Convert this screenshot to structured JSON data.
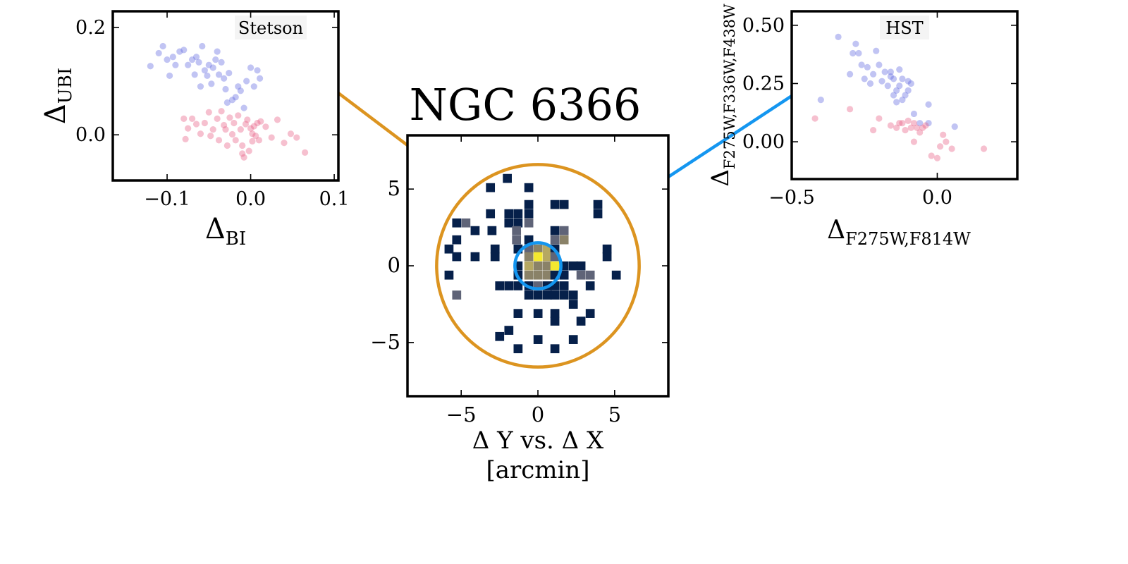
{
  "title": "NGC 6366",
  "colors": {
    "blue_pop": "#5b63e0",
    "red_pop": "#e85a80",
    "orange_circle": "#dc9420",
    "blue_circle": "#1496f0",
    "density_cmap": [
      "#ffffff",
      "#06204a",
      "#5f6478",
      "#8a8268",
      "#b6a862",
      "#f4e830"
    ]
  },
  "chart_data": [
    {
      "type": "scatter",
      "name": "stetson",
      "annotation": "Stetson",
      "xlabel_main": "Δ",
      "xlabel_sub": "BI",
      "ylabel_main": "Δ",
      "ylabel_sub": "UBI",
      "xlim": [
        -0.165,
        0.105
      ],
      "ylim": [
        -0.085,
        0.23
      ],
      "xticks": [
        -0.1,
        0.0,
        0.1
      ],
      "xticklabels": [
        "−0.1",
        "0.0",
        "0.1"
      ],
      "yticks": [
        0.0,
        0.2
      ],
      "yticklabels": [
        "0.0",
        "0.2"
      ],
      "series": [
        {
          "color_key": "blue_pop",
          "points": [
            [
              -0.12,
              0.128
            ],
            [
              -0.11,
              0.152
            ],
            [
              -0.105,
              0.165
            ],
            [
              -0.1,
              0.14
            ],
            [
              -0.097,
              0.11
            ],
            [
              -0.093,
              0.145
            ],
            [
              -0.09,
              0.13
            ],
            [
              -0.085,
              0.155
            ],
            [
              -0.08,
              0.158
            ],
            [
              -0.075,
              0.13
            ],
            [
              -0.07,
              0.14
            ],
            [
              -0.067,
              0.112
            ],
            [
              -0.062,
              0.135
            ],
            [
              -0.058,
              0.165
            ],
            [
              -0.055,
              0.12
            ],
            [
              -0.05,
              0.13
            ],
            [
              -0.047,
              0.095
            ],
            [
              -0.045,
              0.125
            ],
            [
              -0.042,
              0.14
            ],
            [
              -0.038,
              0.112
            ],
            [
              -0.035,
              0.135
            ],
            [
              -0.032,
              0.105
            ],
            [
              -0.03,
              0.085
            ],
            [
              -0.026,
              0.115
            ],
            [
              -0.022,
              0.065
            ],
            [
              -0.018,
              0.07
            ],
            [
              -0.015,
              0.09
            ],
            [
              -0.012,
              0.082
            ],
            [
              -0.008,
              0.05
            ],
            [
              -0.005,
              0.1
            ],
            [
              0.0,
              0.125
            ],
            [
              0.004,
              0.09
            ],
            [
              0.008,
              0.12
            ],
            [
              0.011,
              0.105
            ],
            [
              -0.06,
              0.09
            ],
            [
              -0.052,
              0.11
            ],
            [
              -0.04,
              0.155
            ],
            [
              -0.028,
              0.06
            ],
            [
              -0.065,
              0.145
            ]
          ]
        },
        {
          "color_key": "red_pop",
          "points": [
            [
              -0.08,
              0.03
            ],
            [
              -0.078,
              -0.008
            ],
            [
              -0.075,
              0.012
            ],
            [
              -0.07,
              0.03
            ],
            [
              -0.065,
              0.02
            ],
            [
              -0.06,
              0.002
            ],
            [
              -0.055,
              0.022
            ],
            [
              -0.05,
              0.042
            ],
            [
              -0.048,
              -0.002
            ],
            [
              -0.045,
              0.01
            ],
            [
              -0.04,
              0.03
            ],
            [
              -0.038,
              -0.01
            ],
            [
              -0.035,
              0.044
            ],
            [
              -0.032,
              0.018
            ],
            [
              -0.03,
              0.01
            ],
            [
              -0.028,
              -0.02
            ],
            [
              -0.025,
              0.032
            ],
            [
              -0.022,
              0.001
            ],
            [
              -0.02,
              0.022
            ],
            [
              -0.018,
              -0.01
            ],
            [
              -0.015,
              0.036
            ],
            [
              -0.012,
              0.01
            ],
            [
              -0.01,
              -0.02
            ],
            [
              -0.008,
              -0.042
            ],
            [
              -0.006,
              0.02
            ],
            [
              -0.004,
              0.028
            ],
            [
              -0.002,
              -0.03
            ],
            [
              0.0,
              0.012
            ],
            [
              0.002,
              -0.012
            ],
            [
              0.004,
              0.016
            ],
            [
              0.006,
              -0.002
            ],
            [
              0.008,
              0.022
            ],
            [
              0.01,
              -0.01
            ],
            [
              0.012,
              0.025
            ],
            [
              0.018,
              0.015
            ],
            [
              0.025,
              -0.005
            ],
            [
              0.032,
              0.028
            ],
            [
              0.04,
              -0.015
            ],
            [
              0.048,
              0.002
            ],
            [
              0.055,
              -0.005
            ],
            [
              0.065,
              -0.033
            ],
            [
              -0.01,
              -0.035
            ],
            [
              0.002,
              0.002
            ]
          ]
        }
      ]
    },
    {
      "type": "heatmap",
      "name": "density",
      "xlabel": "Δ Y vs. Δ X",
      "xlabel_unit": "[arcmin]",
      "xlim": [
        -8.5,
        8.5
      ],
      "ylim": [
        -8.5,
        8.5
      ],
      "xticks": [
        -5,
        0,
        5
      ],
      "xticklabels": [
        "−5",
        "0",
        "5"
      ],
      "yticks": [
        -5,
        0,
        5
      ],
      "yticklabels": [
        "−5",
        "0",
        "5"
      ],
      "bin_size": 0.57,
      "cells": [
        [
          -2.0,
          5.7,
          1
        ],
        [
          -3.1,
          5.1,
          1
        ],
        [
          -0.6,
          5.1,
          1
        ],
        [
          -0.6,
          4.0,
          1
        ],
        [
          -3.1,
          3.4,
          1
        ],
        [
          1.1,
          4.0,
          1
        ],
        [
          1.7,
          4.0,
          1
        ],
        [
          3.9,
          4.0,
          1
        ],
        [
          3.9,
          3.4,
          1
        ],
        [
          -1.9,
          3.4,
          1
        ],
        [
          -1.9,
          2.8,
          1
        ],
        [
          -1.3,
          3.4,
          1
        ],
        [
          -1.3,
          2.8,
          1
        ],
        [
          -0.6,
          3.4,
          1
        ],
        [
          -0.6,
          2.8,
          2
        ],
        [
          -5.3,
          2.8,
          1
        ],
        [
          -4.7,
          2.8,
          2
        ],
        [
          -4.1,
          2.3,
          1
        ],
        [
          -3.0,
          2.3,
          1
        ],
        [
          -1.4,
          2.3,
          2
        ],
        [
          -1.4,
          1.7,
          2
        ],
        [
          1.1,
          2.3,
          1
        ],
        [
          1.7,
          2.3,
          2
        ],
        [
          1.1,
          1.7,
          2
        ],
        [
          1.7,
          1.7,
          3
        ],
        [
          -0.6,
          1.7,
          1
        ],
        [
          -5.3,
          1.7,
          1
        ],
        [
          -5.8,
          1.1,
          1
        ],
        [
          -2.8,
          1.1,
          1
        ],
        [
          -1.3,
          1.1,
          1
        ],
        [
          -0.6,
          1.1,
          2
        ],
        [
          0.0,
          1.1,
          3
        ],
        [
          0.6,
          1.1,
          4
        ],
        [
          1.1,
          1.1,
          1
        ],
        [
          4.5,
          1.1,
          1
        ],
        [
          -5.3,
          0.6,
          1
        ],
        [
          -4.1,
          0.6,
          1
        ],
        [
          -2.8,
          0.6,
          1
        ],
        [
          -0.6,
          0.6,
          3
        ],
        [
          0.0,
          0.6,
          5
        ],
        [
          0.6,
          0.6,
          4
        ],
        [
          1.1,
          0.6,
          2
        ],
        [
          4.5,
          0.6,
          1
        ],
        [
          -1.3,
          0.0,
          1
        ],
        [
          -0.6,
          0.0,
          4
        ],
        [
          0.0,
          0.0,
          3
        ],
        [
          0.6,
          0.0,
          3
        ],
        [
          1.1,
          0.0,
          5
        ],
        [
          1.7,
          0.0,
          1
        ],
        [
          2.3,
          0.0,
          1
        ],
        [
          2.8,
          0.0,
          1
        ],
        [
          -5.8,
          -0.6,
          1
        ],
        [
          -1.3,
          -0.6,
          1
        ],
        [
          -0.6,
          -0.6,
          3
        ],
        [
          0.0,
          -0.6,
          3
        ],
        [
          0.6,
          -0.6,
          3
        ],
        [
          1.1,
          -0.6,
          1
        ],
        [
          1.7,
          -0.6,
          1
        ],
        [
          2.8,
          -0.6,
          2
        ],
        [
          3.4,
          -0.6,
          2
        ],
        [
          5.1,
          -0.6,
          1
        ],
        [
          -2.5,
          -1.3,
          1
        ],
        [
          -1.9,
          -1.3,
          1
        ],
        [
          -1.3,
          -1.3,
          1
        ],
        [
          -0.6,
          -1.3,
          1
        ],
        [
          0.0,
          -1.3,
          2
        ],
        [
          0.6,
          -1.3,
          1
        ],
        [
          1.1,
          -1.3,
          1
        ],
        [
          1.7,
          -1.3,
          1
        ],
        [
          3.4,
          -1.3,
          1
        ],
        [
          -5.3,
          -1.9,
          2
        ],
        [
          -0.6,
          -1.9,
          1
        ],
        [
          0.0,
          -1.9,
          1
        ],
        [
          0.6,
          -1.9,
          1
        ],
        [
          1.1,
          -1.9,
          1
        ],
        [
          1.7,
          -1.9,
          1
        ],
        [
          2.3,
          -1.9,
          1
        ],
        [
          2.3,
          -2.5,
          1
        ],
        [
          -1.3,
          -3.1,
          1
        ],
        [
          1.1,
          -3.1,
          1
        ],
        [
          1.1,
          -3.6,
          1
        ],
        [
          3.4,
          -3.1,
          1
        ],
        [
          2.8,
          -3.6,
          1
        ],
        [
          0.0,
          -3.1,
          1
        ],
        [
          -1.9,
          -4.2,
          1
        ],
        [
          -2.5,
          -4.6,
          1
        ],
        [
          0.0,
          -4.8,
          1
        ],
        [
          2.3,
          -4.8,
          1
        ],
        [
          -1.3,
          -5.4,
          1
        ],
        [
          1.1,
          -5.4,
          1
        ]
      ],
      "circles": [
        {
          "color_key": "orange_circle",
          "center": [
            0,
            0
          ],
          "radius": 6.6
        },
        {
          "color_key": "blue_circle",
          "center": [
            0,
            0
          ],
          "radius": 1.5
        }
      ]
    },
    {
      "type": "scatter",
      "name": "hst",
      "annotation": "HST",
      "xlabel_main": "Δ",
      "xlabel_sub": "F275W,F814W",
      "ylabel_main": "Δ",
      "ylabel_sub": "F275W,F336W,F438W",
      "xlim": [
        -0.5,
        0.275
      ],
      "ylim": [
        -0.16,
        0.56
      ],
      "xticks": [
        -0.5,
        0.0
      ],
      "xticklabels": [
        "−0.5",
        "0.0"
      ],
      "yticks": [
        0.0,
        0.25,
        0.5
      ],
      "yticklabels": [
        "0.00",
        "0.25",
        "0.50"
      ],
      "series": [
        {
          "color_key": "blue_pop",
          "points": [
            [
              -0.4,
              0.18
            ],
            [
              -0.34,
              0.45
            ],
            [
              -0.3,
              0.29
            ],
            [
              -0.29,
              0.38
            ],
            [
              -0.28,
              0.42
            ],
            [
              -0.27,
              0.38
            ],
            [
              -0.26,
              0.33
            ],
            [
              -0.25,
              0.27
            ],
            [
              -0.24,
              0.32
            ],
            [
              -0.23,
              0.25
            ],
            [
              -0.22,
              0.29
            ],
            [
              -0.21,
              0.39
            ],
            [
              -0.2,
              0.33
            ],
            [
              -0.19,
              0.26
            ],
            [
              -0.18,
              0.3
            ],
            [
              -0.17,
              0.24
            ],
            [
              -0.16,
              0.28
            ],
            [
              -0.15,
              0.2
            ],
            [
              -0.15,
              0.27
            ],
            [
              -0.14,
              0.22
            ],
            [
              -0.13,
              0.31
            ],
            [
              -0.13,
              0.24
            ],
            [
              -0.12,
              0.18
            ],
            [
              -0.12,
              0.27
            ],
            [
              -0.11,
              0.2
            ],
            [
              -0.1,
              0.26
            ],
            [
              -0.1,
              0.22
            ],
            [
              -0.09,
              0.25
            ],
            [
              -0.08,
              0.12
            ],
            [
              -0.06,
              0.08
            ],
            [
              -0.03,
              0.16
            ],
            [
              -0.03,
              0.08
            ],
            [
              0.06,
              0.065
            ],
            [
              -0.14,
              0.17
            ],
            [
              -0.16,
              0.3
            ]
          ]
        },
        {
          "color_key": "red_pop",
          "points": [
            [
              -0.42,
              0.1
            ],
            [
              -0.3,
              0.14
            ],
            [
              -0.22,
              0.05
            ],
            [
              -0.2,
              0.1
            ],
            [
              -0.16,
              0.07
            ],
            [
              -0.14,
              0.06
            ],
            [
              -0.13,
              0.08
            ],
            [
              -0.12,
              0.08
            ],
            [
              -0.11,
              0.05
            ],
            [
              -0.1,
              0.09
            ],
            [
              -0.09,
              0.06
            ],
            [
              -0.08,
              0.08
            ],
            [
              -0.07,
              0.06
            ],
            [
              -0.06,
              0.04
            ],
            [
              -0.05,
              0.06
            ],
            [
              -0.04,
              0.07
            ],
            [
              -0.02,
              -0.06
            ],
            [
              0.0,
              -0.07
            ],
            [
              0.01,
              -0.02
            ],
            [
              0.02,
              0.03
            ],
            [
              0.03,
              0.0
            ],
            [
              0.05,
              -0.03
            ],
            [
              0.16,
              -0.03
            ],
            [
              -0.08,
              0.0
            ]
          ]
        }
      ]
    }
  ]
}
